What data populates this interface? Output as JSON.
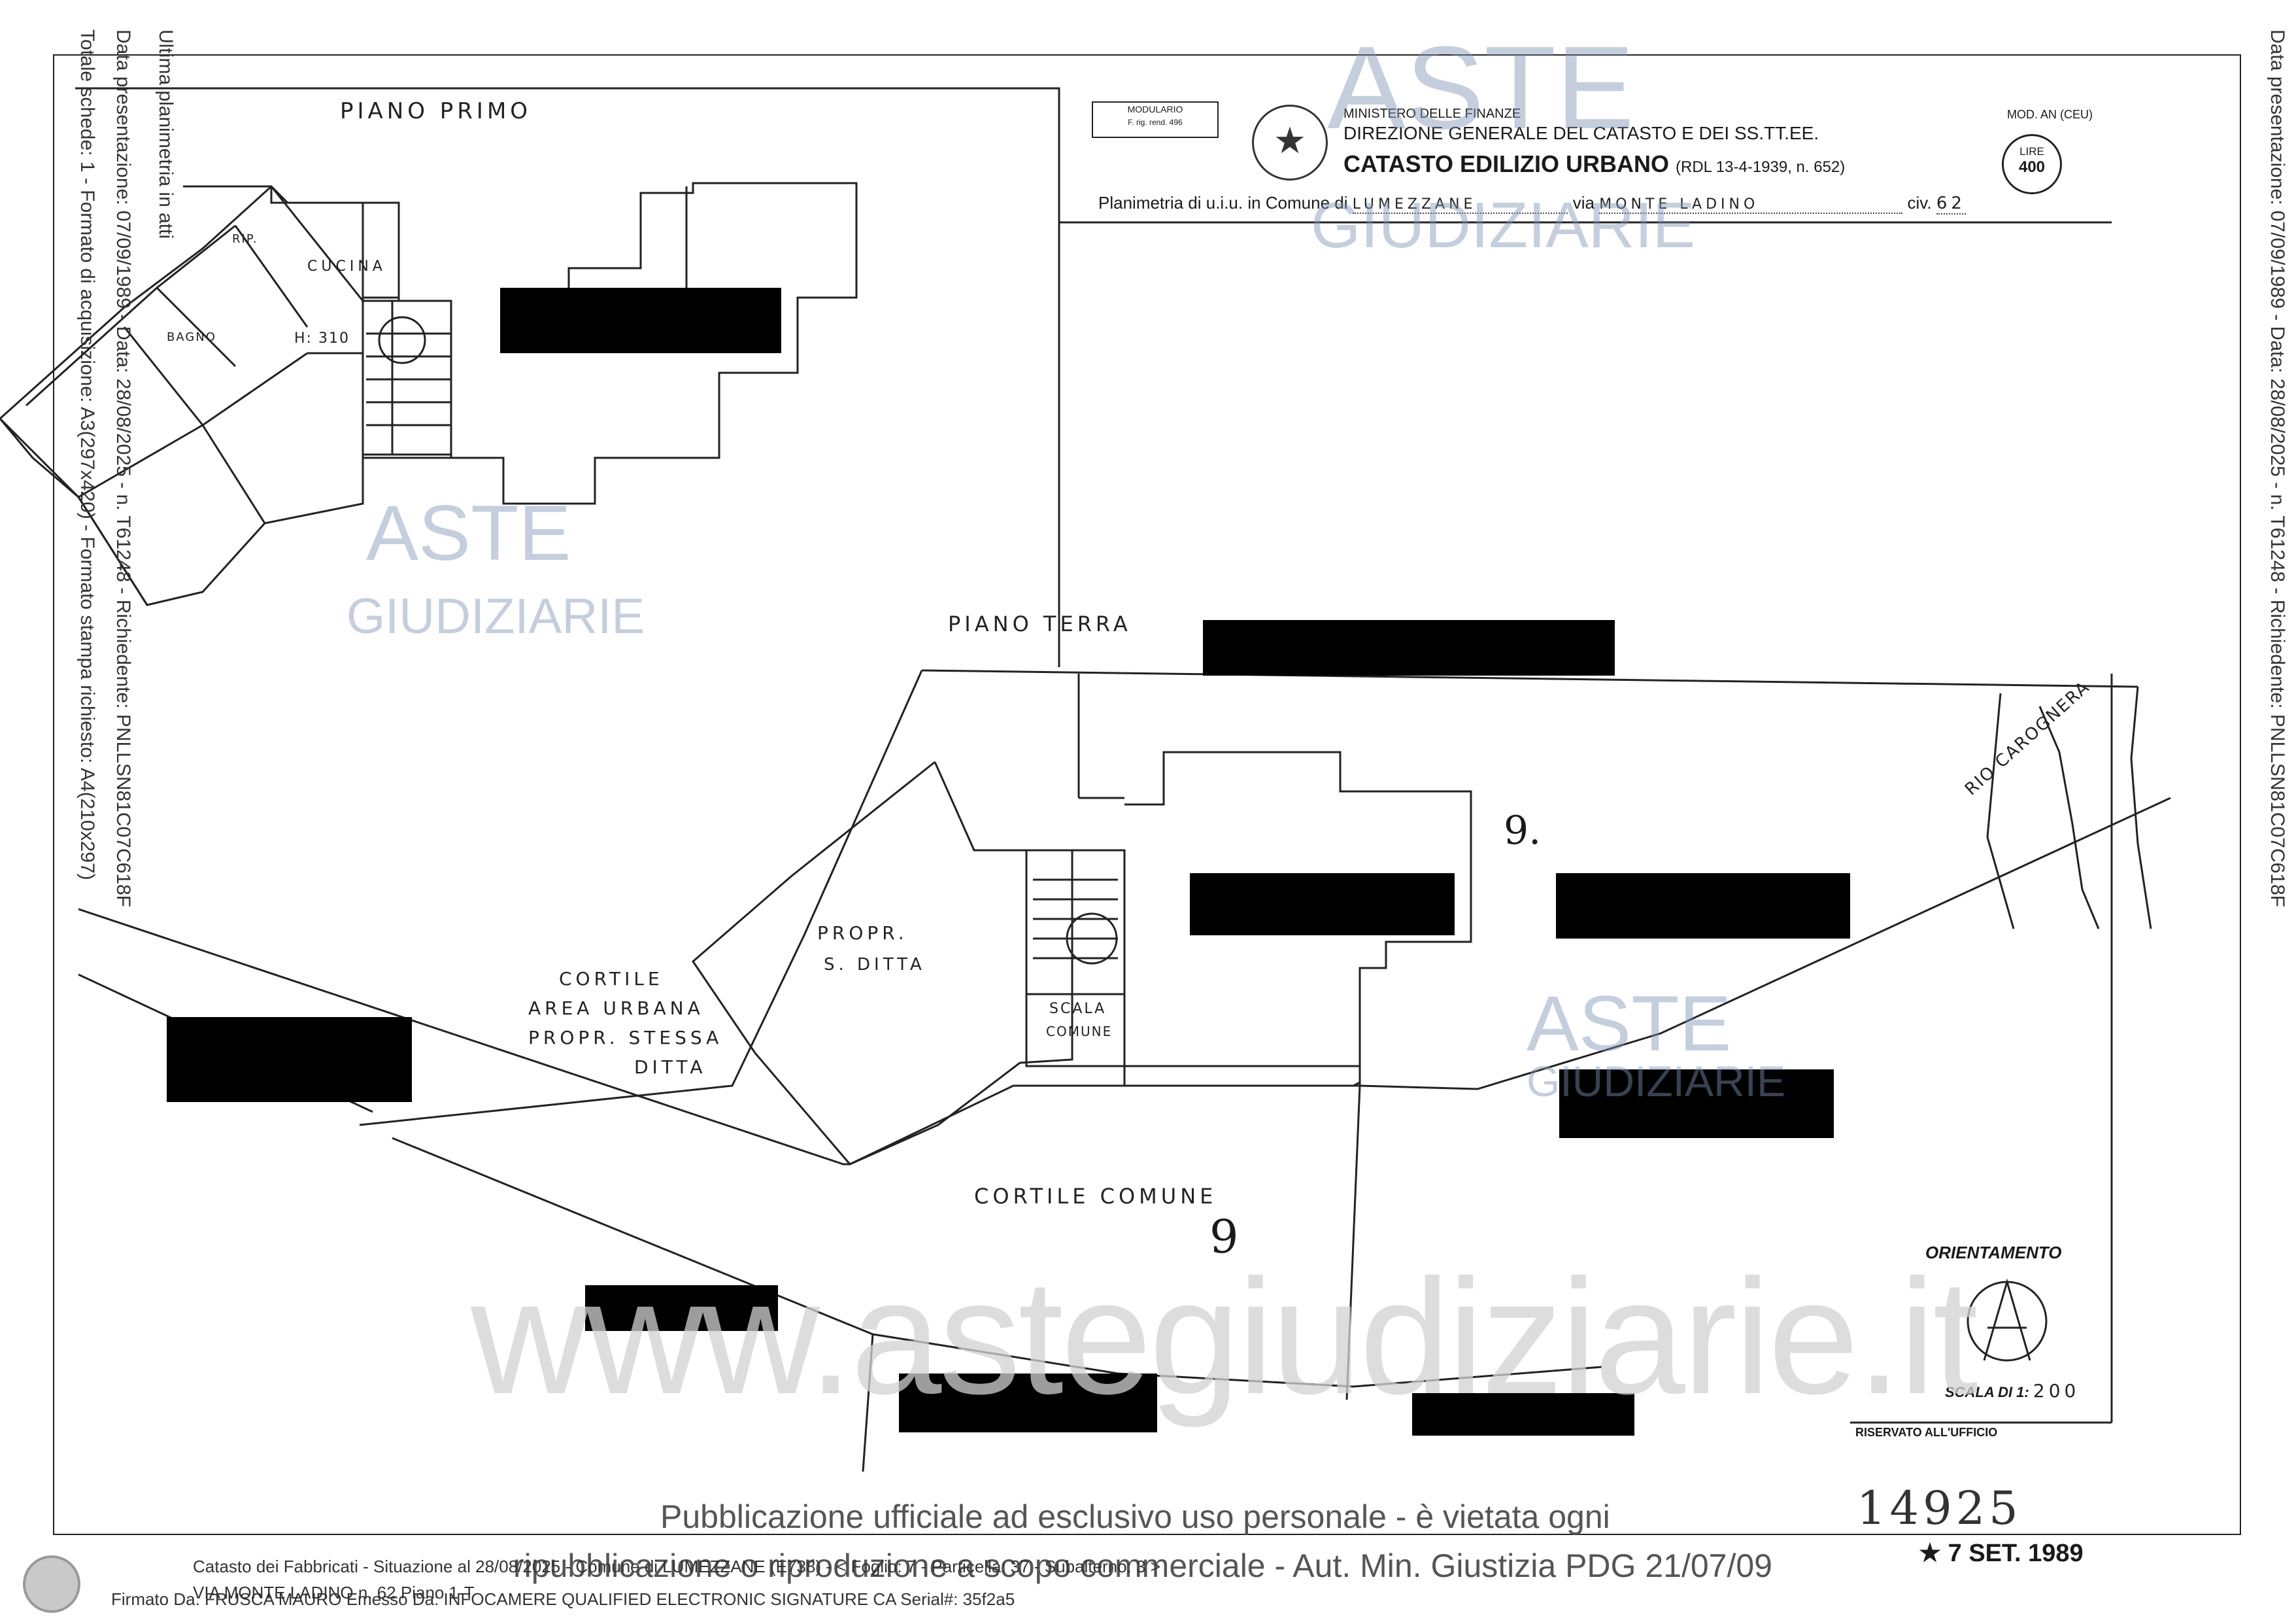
{
  "side_left": {
    "line1": "Ultima planimetria in atti",
    "line2": "Data presentazione: 07/09/1989 - Data: 28/08/2025 - n. T61248 - Richiedente: PNLLSN81C07C618F",
    "line3": "Totale schede: 1 - Formato di acquisizione: A3(297x420) - Formato stampa richiesto: A4(210x297)"
  },
  "side_right": {
    "line1": "Data presentazione: 07/09/1989 - Data: 28/08/2025 - n. T61248 - Richiedente: PNLLSN81C07C618F"
  },
  "header": {
    "modulario": "MODULARIO",
    "modulario_sub": "F. rig. rend. 496",
    "ministry": "MINISTERO DELLE FINANZE",
    "direction": "DIREZIONE GENERALE DEL CATASTO E DEI SS.TT.EE.",
    "catasto": "CATASTO EDILIZIO URBANO",
    "rdl": "(RDL 13-4-1939, n. 652)",
    "mod": "MOD. AN (CEU)",
    "lire_label": "LIRE",
    "lire_value": "400",
    "planimetria_prefix": "Planimetria di u.i.u. in Comune di",
    "comune": "LUMEZZANE",
    "via_label": "via",
    "via": "MONTE LADINO",
    "civ_label": "civ.",
    "civ": "62"
  },
  "plan_labels": {
    "piano_primo": "PIANO PRIMO",
    "cucina": "CUCINA",
    "rip": "RIP.",
    "bagno": "BAGNO",
    "height": "H: 310",
    "piano_terra": "PIANO TERRA",
    "propr": "PROPR.",
    "s_ditta": "S. DITTA",
    "cortile": "CORTILE",
    "area_urbana": "AREA URBANA",
    "propr_stessa": "PROPR. STESSA",
    "ditta": "DITTA",
    "scala": "SCALA",
    "comune": "COMUNE",
    "cortile_comune": "CORTILE COMUNE",
    "rio": "RIO CAROGNERA",
    "nine_a": "9.",
    "nine_b": "9"
  },
  "right_panel": {
    "orientamento": "ORIENTAMENTO",
    "scala_label": "SCALA DI 1:",
    "scala_value": "200",
    "riservato": "RISERVATO ALL'UFFICIO",
    "office_number": "14925",
    "stamp_date": "7 SET. 1989"
  },
  "watermarks": {
    "aste": "ASTE",
    "giudiziarie": "GIUDIZIARIE",
    "site": "www.astegiudiziarie.it"
  },
  "footer": {
    "pubblicazione_1": "Pubblicazione ufficiale ad esclusivo uso personale - è vietata ogni",
    "pubblicazione_2": "ripubblicazione o riproduzione a scopo commerciale - Aut. Min. Giustizia PDG 21/07/09",
    "catasto_line": "Catasto dei Fabbricati - Situazione al 28/08/2025 - Comune di LUMEZZANE (E738) - < Foglio: 7 - Particella: 37 - Subalterno: 3 >",
    "address": "VIA MONTE LADINO n. 62 Piano 1-T",
    "firmato": "Firmato Da: FRUSCA MAURO Emesso Da: INFOCAMERE QUALIFIED ELECTRONIC SIGNATURE CA Serial#: 35f2a5"
  },
  "colors": {
    "ink": "#1a1a1a",
    "watermark_blue": "#7f93b5",
    "watermark_grey": "#d2d2d2",
    "redaction": "#000000"
  }
}
